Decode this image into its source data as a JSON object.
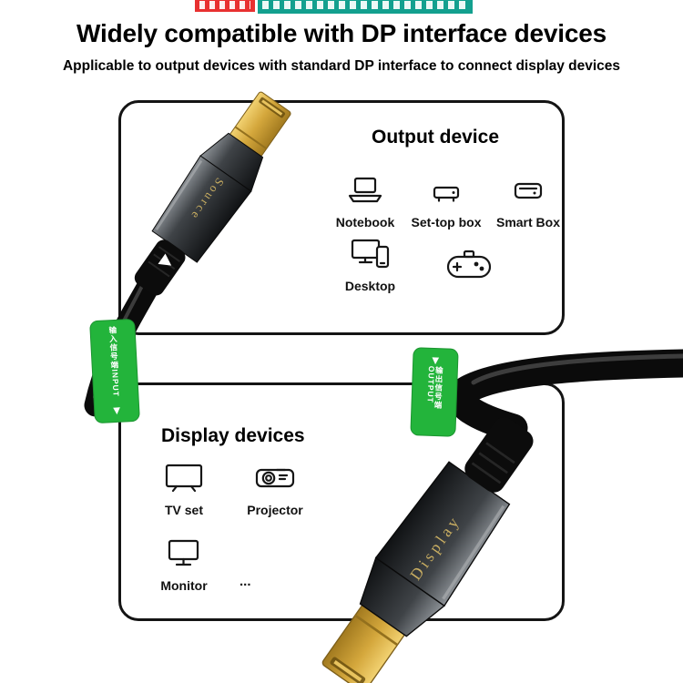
{
  "heading": "Widely compatible with DP interface devices",
  "subheading": "Applicable to output devices with standard DP interface to connect display devices",
  "output_box": {
    "title": "Output device",
    "row1": [
      {
        "label": "Notebook"
      },
      {
        "label": "Set-top box"
      },
      {
        "label": "Smart Box"
      }
    ],
    "desktop_label": "Desktop"
  },
  "display_box": {
    "title": "Display devices",
    "tv_label": "TV set",
    "projector_label": "Projector",
    "monitor_label": "Monitor",
    "more_label": "..."
  },
  "cable": {
    "source_label": "Source",
    "display_label": "Display",
    "input_tag": "输入信号端INPUT",
    "output_tag": "输出信号端OUTPUT"
  },
  "colors": {
    "tag_green": "#23b43b",
    "banner_red": "#e83030",
    "banner_teal": "#13a08f",
    "gold": "#d4a73c",
    "box_border": "#141414"
  }
}
